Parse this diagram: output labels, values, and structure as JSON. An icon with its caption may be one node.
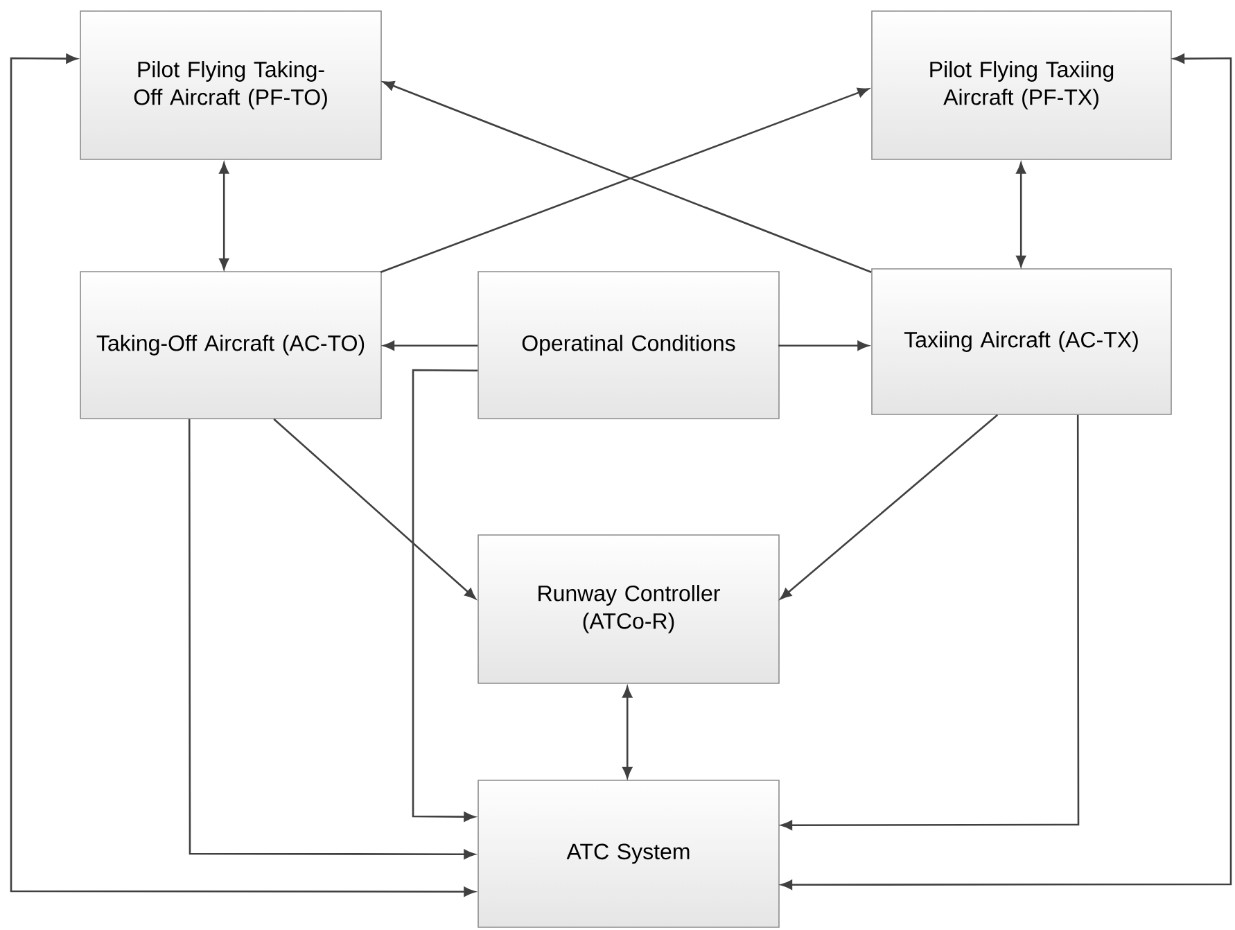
{
  "diagram": {
    "nodes": [
      {
        "text": [
          "Pilot Flying Taking-Off Aircraft (PF-TO)"
        ]
      },
      {
        "text": [
          "Pilot Flying Taxiing Aircraft (PF-TX)"
        ]
      },
      {
        "text": [
          "Taking-Off Aircraft (AC-TO)"
        ]
      },
      {
        "text": [
          "Operatinal Conditions"
        ]
      },
      {
        "text": [
          "Taxiing Aircraft (AC-TX)"
        ]
      },
      {
        "text": [
          "Runway Controller (ATCo-R)"
        ]
      },
      {
        "text": [
          "ATC System"
        ]
      }
    ],
    "edges": [
      {
        "from": 0,
        "to": 2,
        "arrow": "both"
      },
      {
        "from": 1,
        "to": 4,
        "arrow": "both"
      },
      {
        "from": 2,
        "to": 1,
        "arrow": "to"
      },
      {
        "from": 4,
        "to": 0,
        "arrow": "to"
      },
      {
        "from": 3,
        "to": 2,
        "arrow": "to"
      },
      {
        "from": 3,
        "to": 4,
        "arrow": "to"
      },
      {
        "from": 3,
        "to": 6,
        "arrow": "to"
      },
      {
        "from": 2,
        "to": 5,
        "arrow": "to"
      },
      {
        "from": 4,
        "to": 5,
        "arrow": "to"
      },
      {
        "from": 5,
        "to": 6,
        "arrow": "both"
      },
      {
        "from": 2,
        "to": 6,
        "arrow": "to"
      },
      {
        "from": 4,
        "to": 6,
        "arrow": "to"
      },
      {
        "from": 6,
        "to": 0,
        "arrow": "both"
      },
      {
        "from": 6,
        "to": 1,
        "arrow": "both"
      }
    ]
  }
}
